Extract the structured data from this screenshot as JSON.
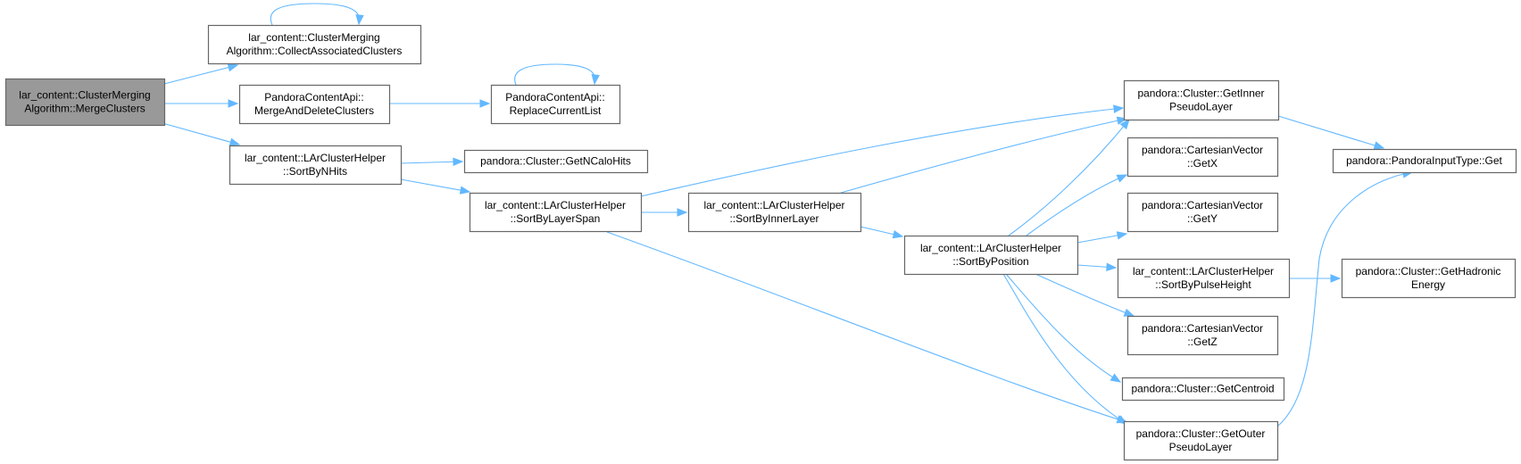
{
  "colors": {
    "edge": "#63b8ff",
    "node_border": "#666666",
    "root_fill": "#999999",
    "node_fill": "#ffffff",
    "text": "#000000"
  },
  "nodes": [
    {
      "id": "merge_clusters",
      "lines": [
        "lar_content::ClusterMerging",
        "Algorithm::MergeClusters"
      ],
      "root": true
    },
    {
      "id": "collect_associated",
      "lines": [
        "lar_content::ClusterMerging",
        "Algorithm::CollectAssociatedClusters"
      ],
      "root": false
    },
    {
      "id": "merge_and_delete",
      "lines": [
        "PandoraContentApi::",
        "MergeAndDeleteClusters"
      ],
      "root": false
    },
    {
      "id": "replace_current_list",
      "lines": [
        "PandoraContentApi::",
        "ReplaceCurrentList"
      ],
      "root": false
    },
    {
      "id": "sort_by_nhits",
      "lines": [
        "lar_content::LArClusterHelper",
        "::SortByNHits"
      ],
      "root": false
    },
    {
      "id": "get_ncalohits",
      "lines": [
        "pandora::Cluster::GetNCaloHits"
      ],
      "root": false
    },
    {
      "id": "sort_by_layer_span",
      "lines": [
        "lar_content::LArClusterHelper",
        "::SortByLayerSpan"
      ],
      "root": false
    },
    {
      "id": "sort_by_inner_layer",
      "lines": [
        "lar_content::LArClusterHelper",
        "::SortByInnerLayer"
      ],
      "root": false
    },
    {
      "id": "sort_by_position",
      "lines": [
        "lar_content::LArClusterHelper",
        "::SortByPosition"
      ],
      "root": false
    },
    {
      "id": "get_inner_pseudo_layer",
      "lines": [
        "pandora::Cluster::GetInner",
        "PseudoLayer"
      ],
      "root": false
    },
    {
      "id": "get_x",
      "lines": [
        "pandora::CartesianVector",
        "::GetX"
      ],
      "root": false
    },
    {
      "id": "get_y",
      "lines": [
        "pandora::CartesianVector",
        "::GetY"
      ],
      "root": false
    },
    {
      "id": "sort_by_pulse_height",
      "lines": [
        "lar_content::LArClusterHelper",
        "::SortByPulseHeight"
      ],
      "root": false
    },
    {
      "id": "get_z",
      "lines": [
        "pandora::CartesianVector",
        "::GetZ"
      ],
      "root": false
    },
    {
      "id": "get_centroid",
      "lines": [
        "pandora::Cluster::GetCentroid"
      ],
      "root": false
    },
    {
      "id": "get_outer_pseudo_layer",
      "lines": [
        "pandora::Cluster::GetOuter",
        "PseudoLayer"
      ],
      "root": false
    },
    {
      "id": "pandora_input_type_get",
      "lines": [
        "pandora::PandoraInputType::Get"
      ],
      "root": false
    },
    {
      "id": "get_hadronic_energy",
      "lines": [
        "pandora::Cluster::GetHadronic",
        "Energy"
      ],
      "root": false
    }
  ],
  "edges": [
    {
      "from": "merge_clusters",
      "to": "collect_associated"
    },
    {
      "from": "collect_associated",
      "to": "collect_associated"
    },
    {
      "from": "merge_clusters",
      "to": "merge_and_delete"
    },
    {
      "from": "merge_and_delete",
      "to": "replace_current_list"
    },
    {
      "from": "replace_current_list",
      "to": "replace_current_list"
    },
    {
      "from": "merge_clusters",
      "to": "sort_by_nhits"
    },
    {
      "from": "sort_by_nhits",
      "to": "get_ncalohits"
    },
    {
      "from": "sort_by_nhits",
      "to": "sort_by_layer_span"
    },
    {
      "from": "sort_by_layer_span",
      "to": "get_inner_pseudo_layer"
    },
    {
      "from": "sort_by_layer_span",
      "to": "sort_by_inner_layer"
    },
    {
      "from": "sort_by_layer_span",
      "to": "get_outer_pseudo_layer"
    },
    {
      "from": "sort_by_inner_layer",
      "to": "get_inner_pseudo_layer"
    },
    {
      "from": "sort_by_inner_layer",
      "to": "sort_by_position"
    },
    {
      "from": "sort_by_position",
      "to": "get_inner_pseudo_layer"
    },
    {
      "from": "sort_by_position",
      "to": "get_x"
    },
    {
      "from": "sort_by_position",
      "to": "get_y"
    },
    {
      "from": "sort_by_position",
      "to": "sort_by_pulse_height"
    },
    {
      "from": "sort_by_position",
      "to": "get_z"
    },
    {
      "from": "sort_by_position",
      "to": "get_centroid"
    },
    {
      "from": "sort_by_position",
      "to": "get_outer_pseudo_layer"
    },
    {
      "from": "get_inner_pseudo_layer",
      "to": "pandora_input_type_get"
    },
    {
      "from": "get_outer_pseudo_layer",
      "to": "pandora_input_type_get"
    },
    {
      "from": "sort_by_pulse_height",
      "to": "get_hadronic_energy"
    }
  ]
}
